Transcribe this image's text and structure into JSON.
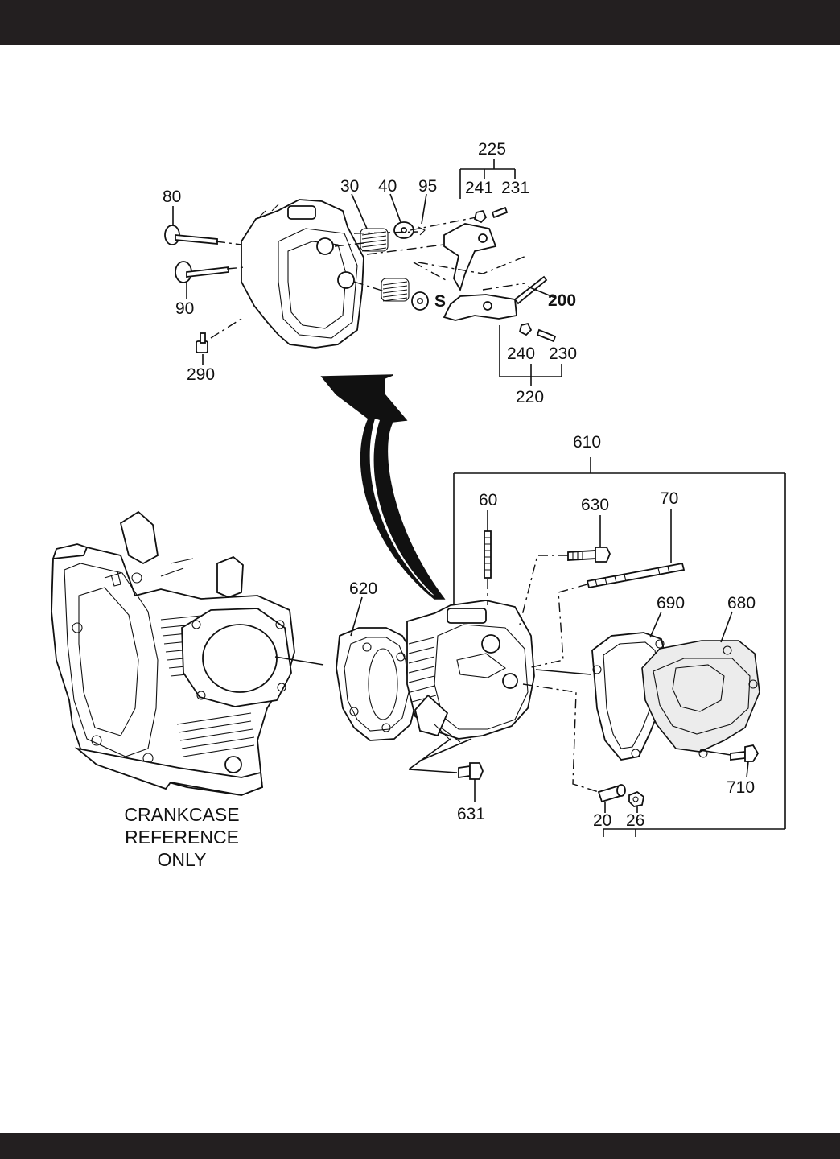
{
  "labels": {
    "l225": "225",
    "l241": "241",
    "l231": "231",
    "l80": "80",
    "l30": "30",
    "l40": "40",
    "l95": "95",
    "l90": "90",
    "l200": "200",
    "l290": "290",
    "l240": "240",
    "l230": "230",
    "l220": "220",
    "l610": "610",
    "l60": "60",
    "l630": "630",
    "l70": "70",
    "l620": "620",
    "l690": "690",
    "l680": "680",
    "l710": "710",
    "l631": "631",
    "l20": "20",
    "l26": "26"
  },
  "caption": {
    "line1": "CRANKCASE",
    "line2": "REFERENCE",
    "line3": "ONLY"
  }
}
